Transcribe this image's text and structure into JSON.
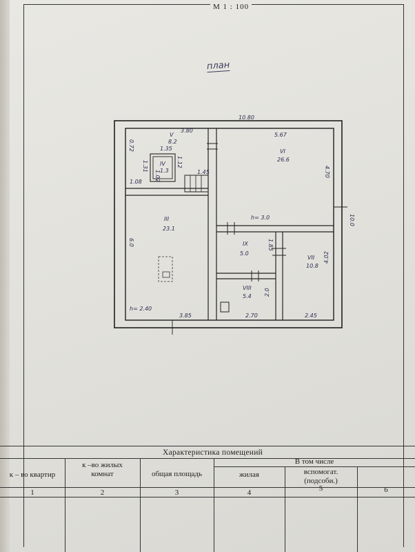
{
  "header": {
    "scale": "М 1 : 100",
    "plan_title": "план"
  },
  "plan": {
    "dims": {
      "total_width": "10.80",
      "total_height": "10.0",
      "right_h": "4.70",
      "left_h": "6.0",
      "top_mid": "3.80",
      "top_right": "5.67",
      "bottom_left": "3.85",
      "bottom_mid": "2.70",
      "bottom_right": "2.45",
      "iv_top": "1.35",
      "iv_left": "1.31",
      "iv_left2": "1.02",
      "iv_right": "1.12",
      "iv_side": "0.72",
      "stair": "1.45",
      "small_left": "1.08",
      "room_vii_h": "4.02",
      "ix_h": "1.85",
      "viii_h": "2.0"
    },
    "rooms": [
      {
        "num": "V",
        "area": "8.2"
      },
      {
        "num": "IV",
        "area": "1.3"
      },
      {
        "num": "VI",
        "area": "26.6"
      },
      {
        "num": "III",
        "area": "23.1"
      },
      {
        "num": "IX",
        "area": "5.0"
      },
      {
        "num": "VII",
        "area": "10.8"
      },
      {
        "num": "VIII",
        "area": "5.4"
      }
    ],
    "heights": {
      "h_right": "h= 3.0",
      "h_left": "h= 2.40"
    }
  },
  "table": {
    "title": "Характеристика помещений",
    "col1": "к – во квартир",
    "col2_line1": "к –во жилых",
    "col2_line2": "комнат",
    "col3": "общая площадь",
    "group": "В том числе",
    "col4": "жилая",
    "col5_line1": "вспомогат.",
    "col5_line2": "(подсоби.)",
    "nums": [
      "1",
      "2",
      "3",
      "4",
      "5",
      "6"
    ]
  }
}
